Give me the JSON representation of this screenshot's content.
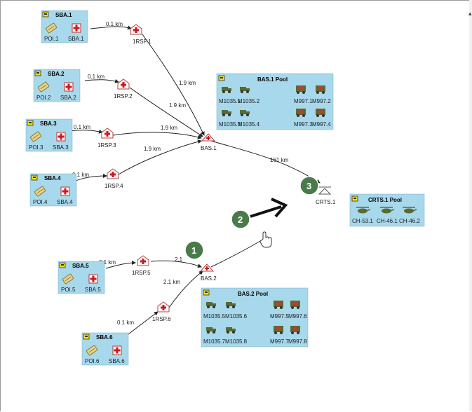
{
  "sba": [
    {
      "title": "SBA.1",
      "poi": "POI.1",
      "sba": "SBA.1"
    },
    {
      "title": "SBA.2",
      "poi": "POI.2",
      "sba": "SBA.2"
    },
    {
      "title": "SBA.3",
      "poi": "POI.3",
      "sba": "SBA.3"
    },
    {
      "title": "SBA.4",
      "poi": "POI.4",
      "sba": "SBA.4"
    },
    {
      "title": "SBA.5",
      "poi": "POI.5",
      "sba": "SBA.5"
    },
    {
      "title": "SBA.6",
      "poi": "POI.6",
      "sba": "SBA.6"
    }
  ],
  "rsp": [
    "1RSP.1",
    "1RSP.2",
    "1RSP.3",
    "1RSP.4",
    "1RSP.5",
    "1RSP.6"
  ],
  "bas": [
    "BAS.1",
    "BAS.2"
  ],
  "crts": "CRTS.1",
  "edges": {
    "sba_rsp": [
      "0.1 km",
      "0.1 km",
      "0.1 km",
      "0.1 km",
      "0.1 km",
      "0.1 km"
    ],
    "rsp_bas": [
      "1.9 km",
      "1.9 km",
      "1.9 km",
      "1.9 km",
      "2.1",
      "2.1 km"
    ],
    "bas_crts": "161 km"
  },
  "pools": {
    "bas1": {
      "title": "BAS.1 Pool",
      "row1": [
        "M1035.1",
        "M1035.2",
        "M997.1",
        "M997.2"
      ],
      "row2": [
        "M1035.3",
        "M1035.4",
        "M997.3",
        "M997.4"
      ]
    },
    "bas2": {
      "title": "BAS.2 Pool",
      "row1": [
        "M1035.5",
        "M1035.6",
        "M997.5",
        "M997.6"
      ],
      "row2": [
        "M1035.7",
        "M1035.8",
        "M997.7",
        "M997.8"
      ]
    },
    "crts": {
      "title": "CRTS.1 Pool",
      "row1": [
        "CH-53.1",
        "CH-46.1",
        "CH-46.2"
      ]
    }
  },
  "badges": [
    "1",
    "2",
    "3"
  ],
  "colors": {
    "node_bg": "#a8d8ec",
    "badge": "#4a7a4a",
    "vehicle": "#5a6a30",
    "cross": "#d01818"
  }
}
